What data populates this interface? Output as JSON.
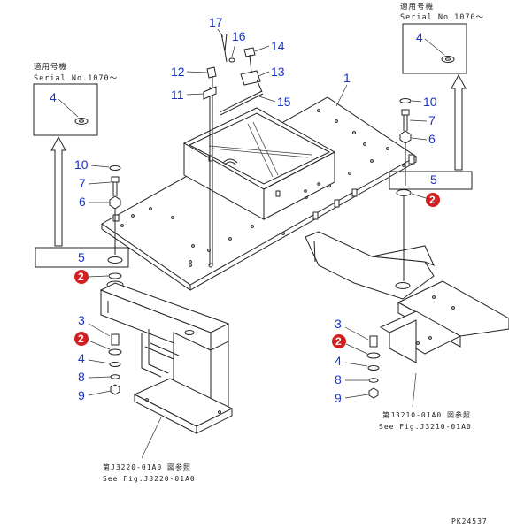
{
  "labels": {
    "applicable_serial_label": "適用号機",
    "serial_range": "Serial No.1070～",
    "see_fig_left_jp": "第J3220-01A0 図参照",
    "see_fig_left_en": "See Fig.J3220-01A0",
    "see_fig_right_jp": "第J3210-01A0 図参照",
    "see_fig_right_en": "See Fig.J3210-01A0",
    "drawing_code": "PK24537"
  },
  "callouts": {
    "c1": "1",
    "c2": "2",
    "c3": "3",
    "c4": "4",
    "c5": "5",
    "c6": "6",
    "c7": "7",
    "c8": "8",
    "c9": "9",
    "c10": "10",
    "c11": "11",
    "c12": "12",
    "c13": "13",
    "c14": "14",
    "c15": "15",
    "c16": "16",
    "c17": "17"
  },
  "colors": {
    "callout_text": "#1a33c8",
    "highlight_marker": "#d21f1f",
    "line": "#222222"
  }
}
